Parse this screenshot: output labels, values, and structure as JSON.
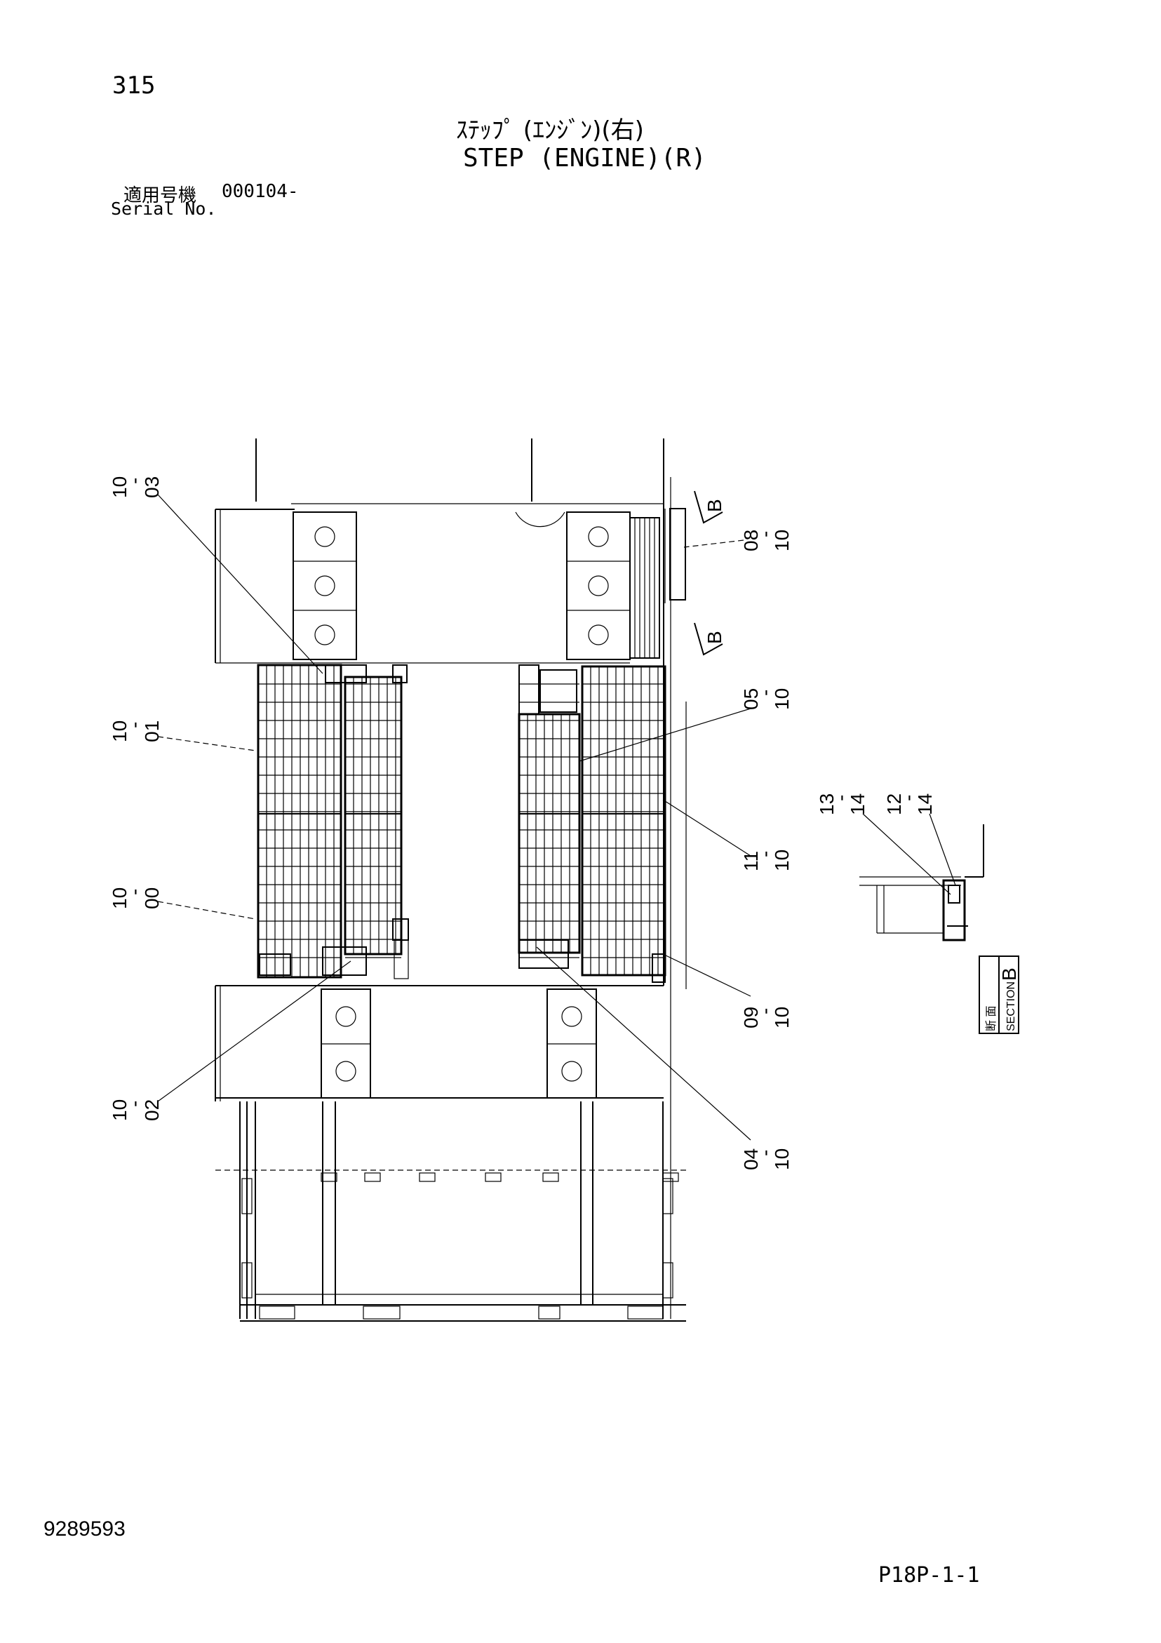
{
  "header": {
    "page_number": "315",
    "title_jp": "ｽﾃｯﾌﾟ (ｴﾝｼﾞﾝ)(右)",
    "title_en": "STEP (ENGINE)(R)",
    "serial_label_jp": "適用号機",
    "serial_value": "000104-",
    "serial_label_en": "Serial No."
  },
  "callouts": {
    "c_10_03": [
      "10",
      "03"
    ],
    "c_10_01": [
      "10",
      "01"
    ],
    "c_10_00": [
      "10",
      "00"
    ],
    "c_10_02": [
      "10",
      "02"
    ],
    "c_08_10": [
      "08",
      "10"
    ],
    "c_05_10": [
      "05",
      "10"
    ],
    "c_11_10": [
      "11",
      "10"
    ],
    "c_09_10": [
      "09",
      "10"
    ],
    "c_04_10": [
      "04",
      "10"
    ],
    "c_13_14": [
      "13",
      "14"
    ],
    "c_12_14": [
      "12",
      "14"
    ]
  },
  "section_arrows": {
    "arrow_top": "B",
    "arrow_bottom": "B"
  },
  "section_box": {
    "jp": "断 面",
    "en": "SECTION",
    "letter": "B"
  },
  "footer": {
    "doc_number": "9289593",
    "page_code": "P18P-1-1"
  }
}
